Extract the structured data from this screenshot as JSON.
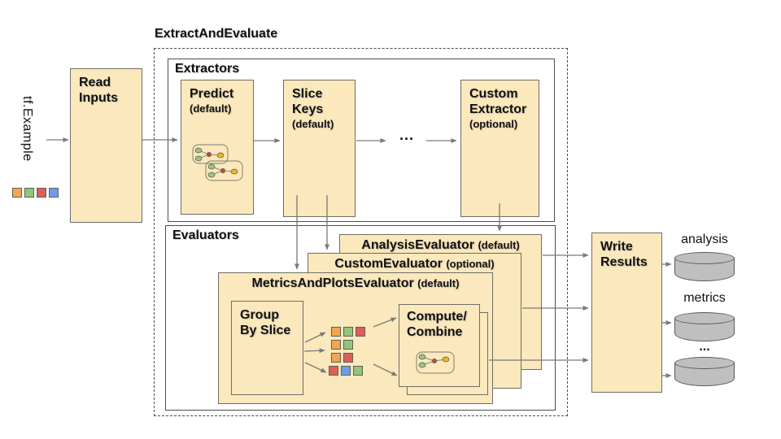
{
  "title": "ExtractAndEvaluate",
  "input": {
    "label": "tf.Example",
    "squares": [
      "orange",
      "green",
      "red",
      "blue"
    ]
  },
  "read_inputs": {
    "label": "Read Inputs"
  },
  "extractors": {
    "label": "Extractors",
    "predict": {
      "name": "Predict",
      "qualifier": "(default)"
    },
    "slice_keys": {
      "name": "Slice Keys",
      "qualifier": "(default)"
    },
    "ellipsis": "...",
    "custom": {
      "name": "Custom Extractor",
      "qualifier": "(optional)"
    }
  },
  "evaluators": {
    "label": "Evaluators",
    "analysis": {
      "name": "AnalysisEvaluator",
      "qualifier": "(default)"
    },
    "custom": {
      "name": "CustomEvaluator",
      "qualifier": "(optional)"
    },
    "metrics_plots": {
      "name": "MetricsAndPlotsEvaluator",
      "qualifier": "(default)"
    },
    "group_by_slice": {
      "name": "Group By Slice"
    },
    "slice_grid": [
      [
        "orange",
        "green",
        "red"
      ],
      [
        "orange",
        "green"
      ],
      [
        "orange",
        "red"
      ],
      [
        "red",
        "blue",
        "green"
      ]
    ],
    "compute_combine": {
      "line1": "Compute/",
      "line2": "Combine"
    }
  },
  "write_results": {
    "label": "Write Results"
  },
  "outputs": [
    {
      "label": "analysis"
    },
    {
      "label": "metrics"
    },
    {
      "label": "..."
    }
  ],
  "icons": {
    "predict_icon": "model-graph-icon",
    "compute_icon": "compute-graph-icon",
    "output_icon": "database-cylinder-icon"
  },
  "colors": {
    "box_fill": "#FBE8BC",
    "box_border": "#6E6E66",
    "container_border": "#4D4D4D",
    "arrow": "#7A7A7A",
    "cylinder_fill": "#BFBFBF",
    "cylinder_border": "#595959",
    "orange": "#F3A64F",
    "green": "#93C47D",
    "red": "#DD5E56",
    "blue": "#6D9EEB",
    "icon_green": "#9CC47E",
    "icon_red": "#BE4A3B",
    "icon_yellow": "#EDB32B"
  }
}
